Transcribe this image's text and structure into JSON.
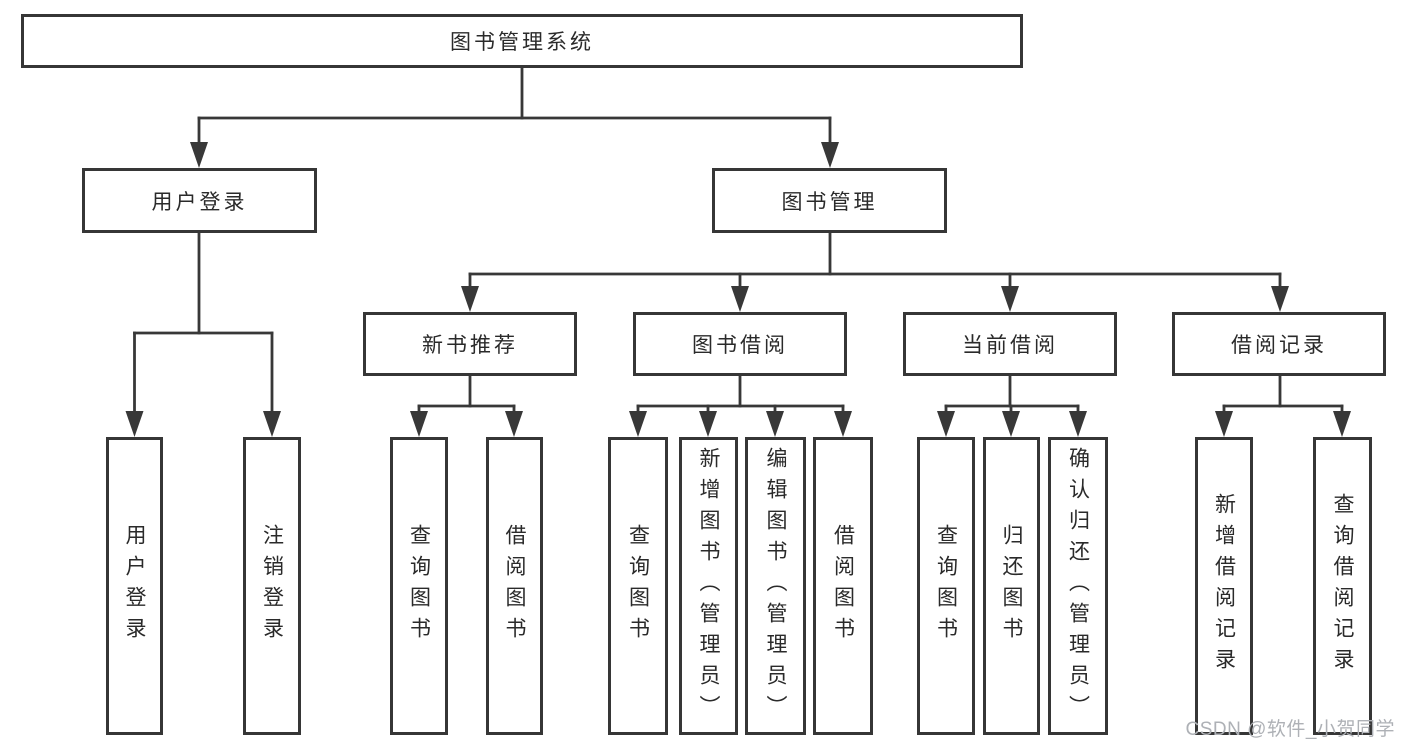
{
  "colors": {
    "line": "#383838",
    "box_border": "#363636",
    "text": "#2a2a2a",
    "background": "#ffffff",
    "watermark": "#aeb1b6"
  },
  "watermark": {
    "text": "CSDN @软件_小贺同学"
  },
  "tree": {
    "label": "图书管理系统",
    "children": [
      {
        "label": "用户登录",
        "children": [
          {
            "label": "用户登录"
          },
          {
            "label": "注销登录"
          }
        ]
      },
      {
        "label": "图书管理",
        "children": [
          {
            "label": "新书推荐",
            "children": [
              {
                "label": "查询图书"
              },
              {
                "label": "借阅图书"
              }
            ]
          },
          {
            "label": "图书借阅",
            "children": [
              {
                "label": "查询图书"
              },
              {
                "label": "新增图书（管理员）"
              },
              {
                "label": "编辑图书（管理员）"
              },
              {
                "label": "借阅图书"
              }
            ]
          },
          {
            "label": "当前借阅",
            "children": [
              {
                "label": "查询图书"
              },
              {
                "label": "归还图书"
              },
              {
                "label": "确认归还（管理员）"
              }
            ]
          },
          {
            "label": "借阅记录",
            "children": [
              {
                "label": "新增借阅记录"
              },
              {
                "label": "查询借阅记录"
              }
            ]
          }
        ]
      }
    ]
  }
}
